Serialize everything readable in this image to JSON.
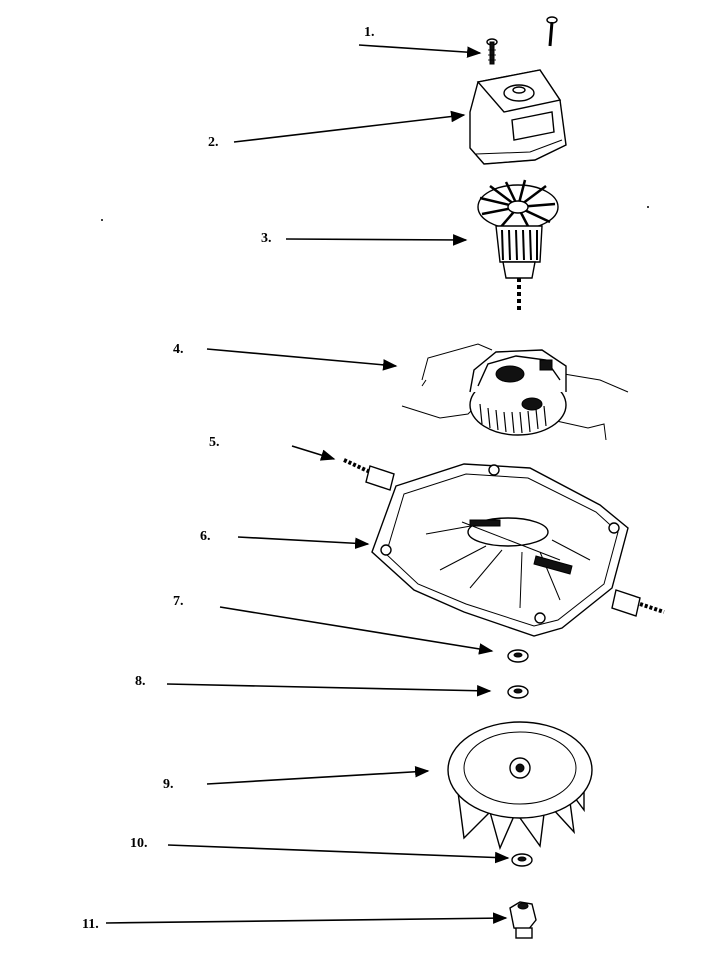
{
  "diagram": {
    "callouts": [
      {
        "id": "1",
        "label": "1."
      },
      {
        "id": "2",
        "label": "2."
      },
      {
        "id": "3",
        "label": "3."
      },
      {
        "id": "4",
        "label": "4."
      },
      {
        "id": "5",
        "label": "5."
      },
      {
        "id": "6",
        "label": "6."
      },
      {
        "id": "7",
        "label": "7."
      },
      {
        "id": "8",
        "label": "8."
      },
      {
        "id": "9",
        "label": "9."
      },
      {
        "id": "10",
        "label": "10."
      },
      {
        "id": "11",
        "label": "11."
      }
    ],
    "colors": {
      "ink": "#000000",
      "paper": "#ffffff"
    }
  }
}
